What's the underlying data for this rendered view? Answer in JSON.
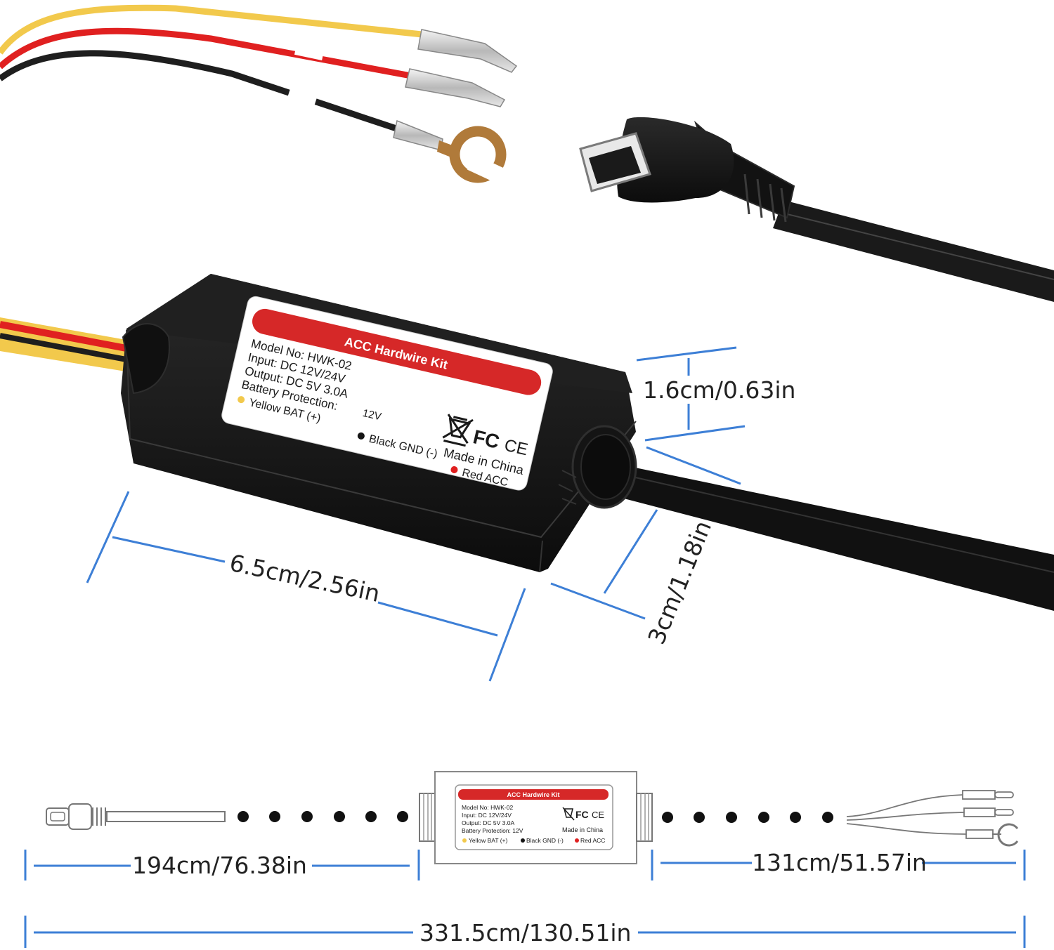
{
  "label": {
    "title": "ACC Hardwire Kit",
    "model": "Model No:  HWK-02",
    "input": "Input: DC 12V/24V",
    "output": "Output: DC 5V 3.0A",
    "battery": "Battery Protection:",
    "battery_value": "12V",
    "yellow": "Yellow BAT (+)",
    "black": "Black GND (-)",
    "red": "Red ACC",
    "made_in": "Made in China",
    "fcc": "FC",
    "ce": "CE"
  },
  "dimensions": {
    "height": "1.6cm/0.63in",
    "length": "6.5cm/2.56in",
    "width": "3cm/1.18in",
    "usb_cable": "194cm/76.38in",
    "wire_cable": "131cm/51.57in",
    "total": "331.5cm/130.51in"
  },
  "small_label": {
    "battery": "Battery Protection: 12V"
  },
  "colors": {
    "accent_red": "#d62828",
    "dimension_blue": "#3d7fd6",
    "body_black": "#151515",
    "wire_yellow": "#f2c94c",
    "wire_red": "#e02020",
    "ring_copper": "#b07a3a"
  }
}
